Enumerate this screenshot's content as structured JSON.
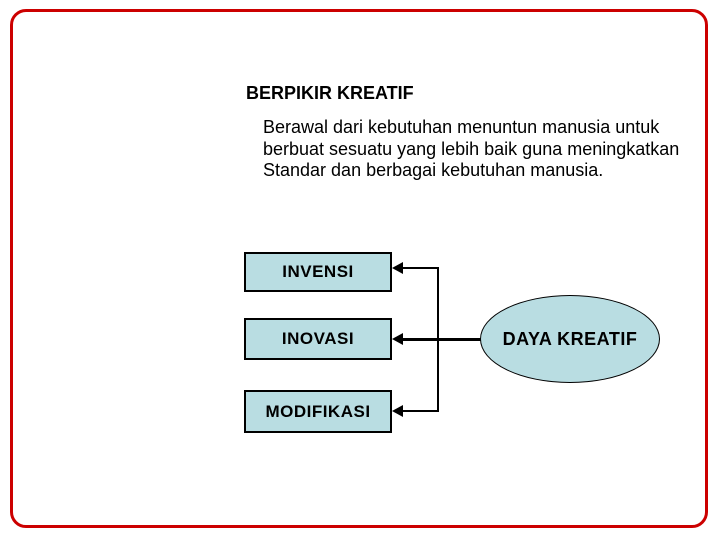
{
  "slide": {
    "title": "BERPIKIR KREATIF",
    "paragraph_lines": [
      "Berawal dari kebutuhan menuntun manusia untuk",
      "berbuat sesuatu yang lebih baik guna meningkatkan",
      "Standar dan berbagai kebutuhan manusia."
    ]
  },
  "diagram": {
    "boxes": [
      {
        "label": "INVENSI"
      },
      {
        "label": "INOVASI"
      },
      {
        "label": "MODIFIKASI"
      }
    ],
    "ellipse_label": "DAYA KREATIF",
    "colors": {
      "frame_border": "#cc0000",
      "shape_fill": "#b9dde2",
      "shape_border": "#000000",
      "connector": "#000000"
    }
  }
}
